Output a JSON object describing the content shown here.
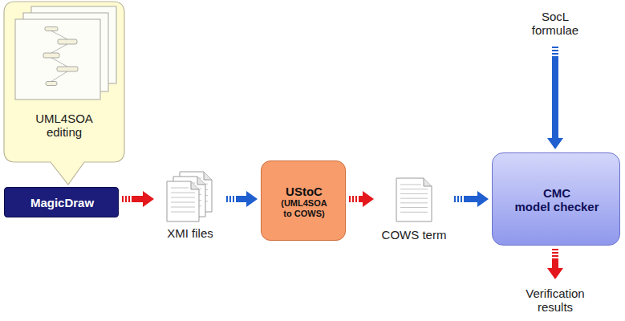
{
  "diagram": {
    "nodes": [
      {
        "text": [
          "UML4SOA editing"
        ]
      },
      {
        "text": [
          "MagicDraw"
        ]
      },
      {
        "text": [
          "XMI files"
        ]
      },
      {
        "text": [
          "UStoC",
          "(UML4SOA to COWS)"
        ]
      },
      {
        "text": [
          "COWS term"
        ]
      },
      {
        "text": [
          "SocL formulae"
        ]
      },
      {
        "text": [
          "CMC model checker"
        ]
      },
      {
        "text": [
          "Verification results"
        ]
      }
    ],
    "edges": [
      {
        "from": 1,
        "to": 2,
        "arrow": "to"
      },
      {
        "from": 2,
        "to": 3,
        "arrow": "to"
      },
      {
        "from": 3,
        "to": 4,
        "arrow": "to"
      },
      {
        "from": 4,
        "to": 6,
        "arrow": "to"
      },
      {
        "from": 5,
        "to": 6,
        "arrow": "to"
      },
      {
        "from": 6,
        "to": 7,
        "arrow": "to"
      }
    ]
  }
}
